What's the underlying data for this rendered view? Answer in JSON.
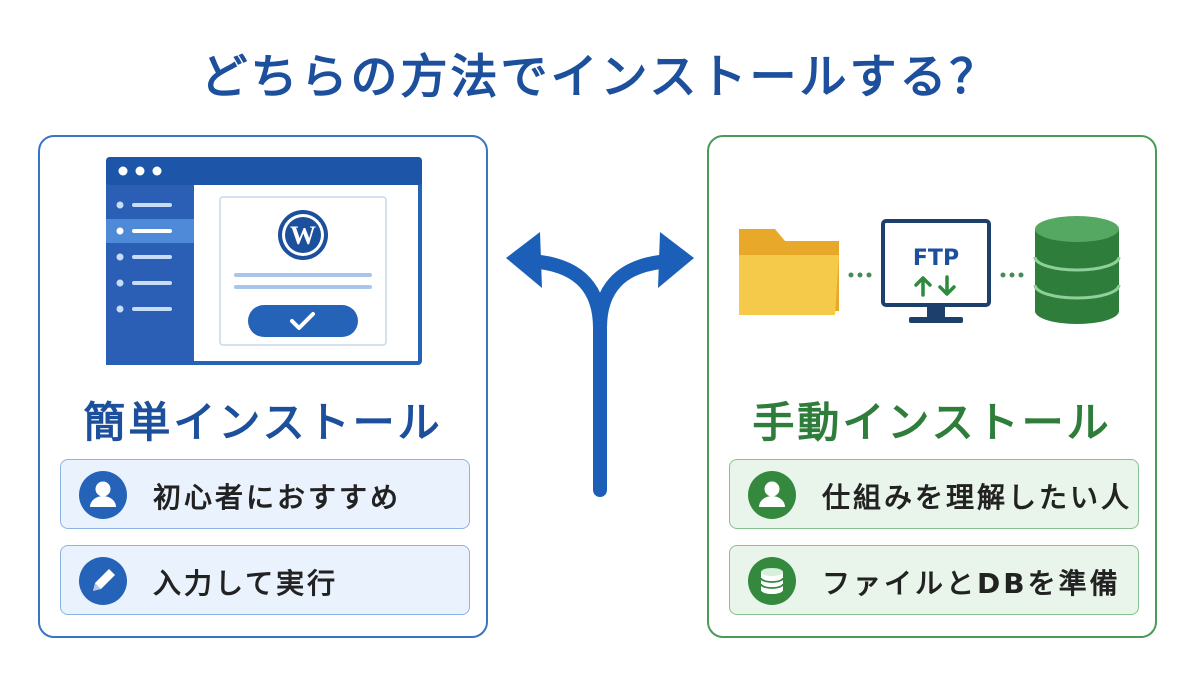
{
  "title": "どちらの方法でインストールする？",
  "left_option": {
    "heading": "簡単インストール",
    "items": [
      {
        "icon": "user-icon",
        "label": "初心者におすすめ"
      },
      {
        "icon": "pencil-icon",
        "label": "入力して実行"
      }
    ],
    "illustration": {
      "window_icon": "wordpress-logo",
      "button_icon": "checkmark-icon"
    }
  },
  "right_option": {
    "heading": "手動インストール",
    "items": [
      {
        "icon": "user-icon",
        "label": "仕組みを理解したい人"
      },
      {
        "icon": "database-icon",
        "label": "ファイルとDBを準備"
      }
    ],
    "illustration": {
      "folder_icon": "folder-icon",
      "ftp_label": "FTP",
      "database_icon": "database-icon"
    }
  },
  "colors": {
    "blue": "#1c4f9c",
    "blue_accent": "#2563b8",
    "green": "#2e7d3a",
    "green_accent": "#34893f",
    "folder_yellow": "#f5c94a"
  }
}
